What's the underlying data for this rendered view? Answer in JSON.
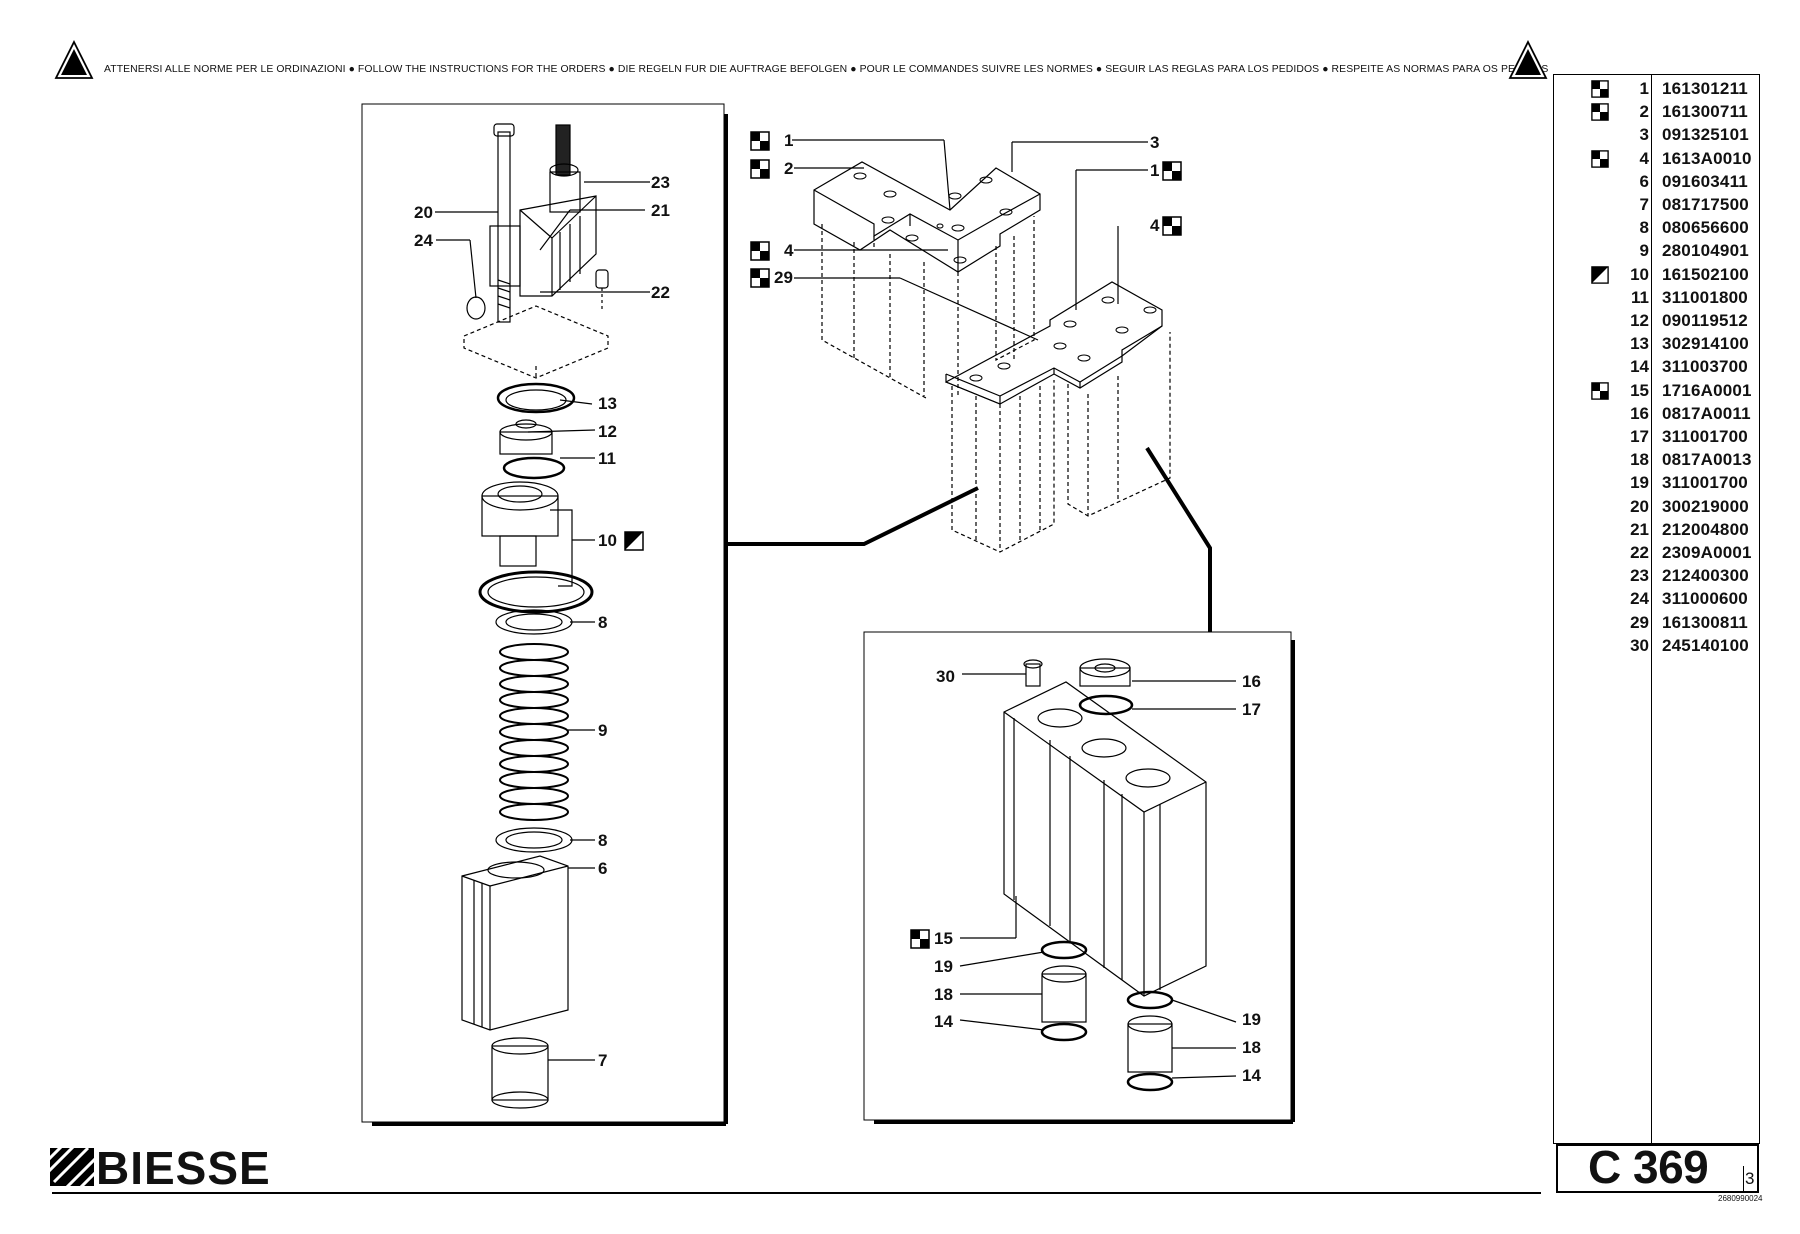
{
  "header": {
    "warning": "ATTENERSI ALLE NORME PER LE ORDINAZIONI  ●  FOLLOW THE INSTRUCTIONS FOR THE ORDERS  ●  DIE REGELN FUR DIE AUFTRAGE BEFOLGEN  ●  POUR LE COMMANDES SUIVRE LES NORMES  ●  SEGUIR LAS REGLAS PARA LOS PEDIDOS  ●  RESPEITE AS NORMAS PARA OS PEDIDOS",
    "icon": "warning-triangle-icon"
  },
  "parts": [
    {
      "num": "1",
      "code": "161301211",
      "symbol": "checker"
    },
    {
      "num": "2",
      "code": "161300711",
      "symbol": "checker"
    },
    {
      "num": "3",
      "code": "091325101",
      "symbol": ""
    },
    {
      "num": "4",
      "code": "1613A0010",
      "symbol": "checker"
    },
    {
      "num": "6",
      "code": "091603411",
      "symbol": ""
    },
    {
      "num": "7",
      "code": "081717500",
      "symbol": ""
    },
    {
      "num": "8",
      "code": "080656600",
      "symbol": ""
    },
    {
      "num": "9",
      "code": "280104901",
      "symbol": ""
    },
    {
      "num": "10",
      "code": "161502100",
      "symbol": "half"
    },
    {
      "num": "11",
      "code": "311001800",
      "symbol": ""
    },
    {
      "num": "12",
      "code": "090119512",
      "symbol": ""
    },
    {
      "num": "13",
      "code": "302914100",
      "symbol": ""
    },
    {
      "num": "14",
      "code": "311003700",
      "symbol": ""
    },
    {
      "num": "15",
      "code": "1716A0001",
      "symbol": "checker"
    },
    {
      "num": "16",
      "code": "0817A0011",
      "symbol": ""
    },
    {
      "num": "17",
      "code": "311001700",
      "symbol": ""
    },
    {
      "num": "18",
      "code": "0817A0013",
      "symbol": ""
    },
    {
      "num": "19",
      "code": "311001700",
      "symbol": ""
    },
    {
      "num": "20",
      "code": "300219000",
      "symbol": ""
    },
    {
      "num": "21",
      "code": "212004800",
      "symbol": ""
    },
    {
      "num": "22",
      "code": "2309A0001",
      "symbol": ""
    },
    {
      "num": "23",
      "code": "212400300",
      "symbol": ""
    },
    {
      "num": "24",
      "code": "311000600",
      "symbol": ""
    },
    {
      "num": "29",
      "code": "161300811",
      "symbol": ""
    },
    {
      "num": "30",
      "code": "245140100",
      "symbol": ""
    }
  ],
  "footer": {
    "brand": "BIESSE",
    "page_code": "C 369",
    "sheet": "3",
    "doc_number": "2680990024"
  },
  "callouts": {
    "left": [
      "23",
      "20",
      "21",
      "24",
      "22",
      "13",
      "12",
      "11",
      "10",
      "8",
      "9",
      "8",
      "6",
      "7"
    ],
    "top": [
      "1",
      "2",
      "3",
      "1",
      "4",
      "4",
      "29"
    ],
    "bottom": [
      "30",
      "16",
      "17",
      "15",
      "19",
      "18",
      "14",
      "19",
      "18",
      "14"
    ]
  }
}
